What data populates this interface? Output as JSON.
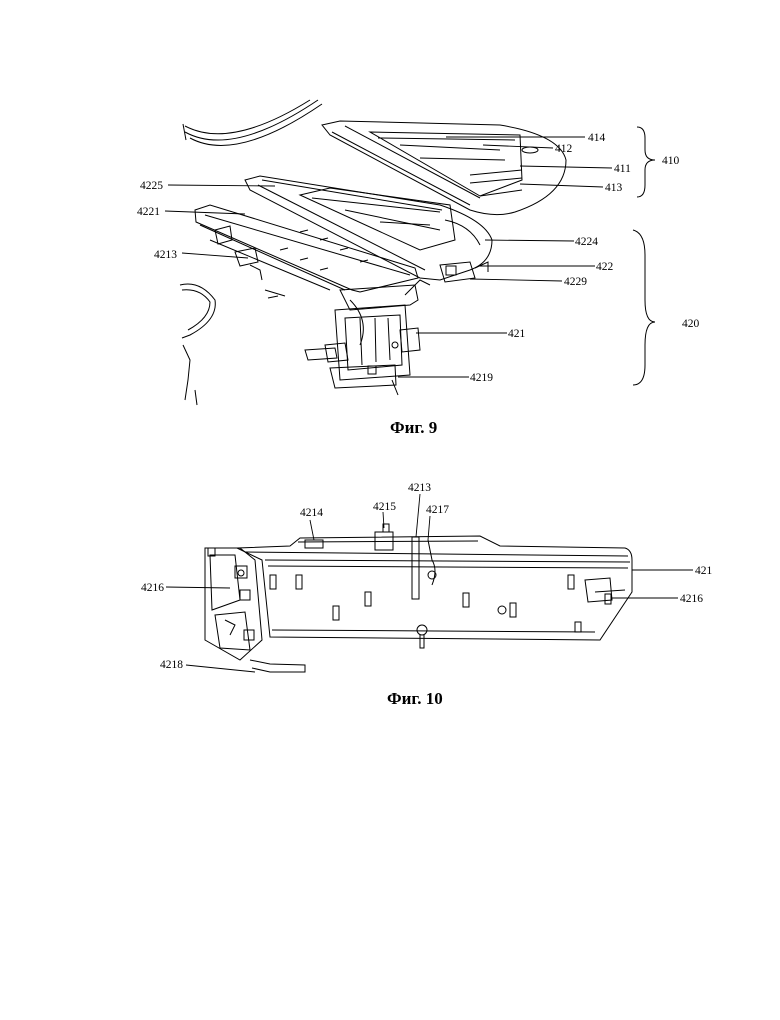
{
  "figures": [
    {
      "caption": "Фиг. 9",
      "labels": {
        "r414": "414",
        "r412": "412",
        "r411": "411",
        "r413": "413",
        "r410": "410",
        "r4225": "4225",
        "r4221": "4221",
        "r4224": "4224",
        "r4213": "4213",
        "r422": "422",
        "r4229": "4229",
        "r420": "420",
        "r421": "421",
        "r4219": "4219"
      }
    },
    {
      "caption": "Фиг. 10",
      "labels": {
        "r4213": "4213",
        "r4214": "4214",
        "r4215": "4215",
        "r4217": "4217",
        "r4216a": "4216",
        "r421": "421",
        "r4216b": "4216",
        "r4218": "4218"
      }
    }
  ]
}
